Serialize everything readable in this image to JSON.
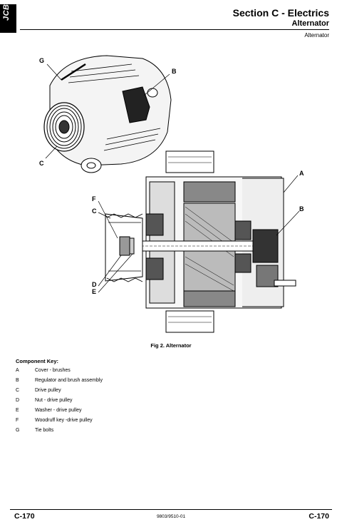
{
  "header": {
    "logo": "JCB",
    "section_title": "Section C - Electrics",
    "section_subtitle": "Alternator",
    "page_subtitle": "Alternator"
  },
  "figure": {
    "caption": "Fig 2. Alternator",
    "callouts_top": [
      "G",
      "B",
      "C"
    ],
    "callouts_section": [
      "A",
      "B",
      "F",
      "C",
      "D",
      "E"
    ]
  },
  "component_key": {
    "title": "Component Key:",
    "items": [
      {
        "letter": "A",
        "description": "Cover - brushes"
      },
      {
        "letter": "B",
        "description": "Regulator and brush assembly"
      },
      {
        "letter": "C",
        "description": "Drive pulley"
      },
      {
        "letter": "D",
        "description": "Nut - drive pulley"
      },
      {
        "letter": "E",
        "description": "Washer - drive pulley"
      },
      {
        "letter": "F",
        "description": "Woodruff key -drive pulley"
      },
      {
        "letter": "G",
        "description": "Tie bolts"
      }
    ]
  },
  "footer": {
    "page_left": "C-170",
    "doc_number": "9803/9510-01",
    "page_right": "C-170"
  }
}
